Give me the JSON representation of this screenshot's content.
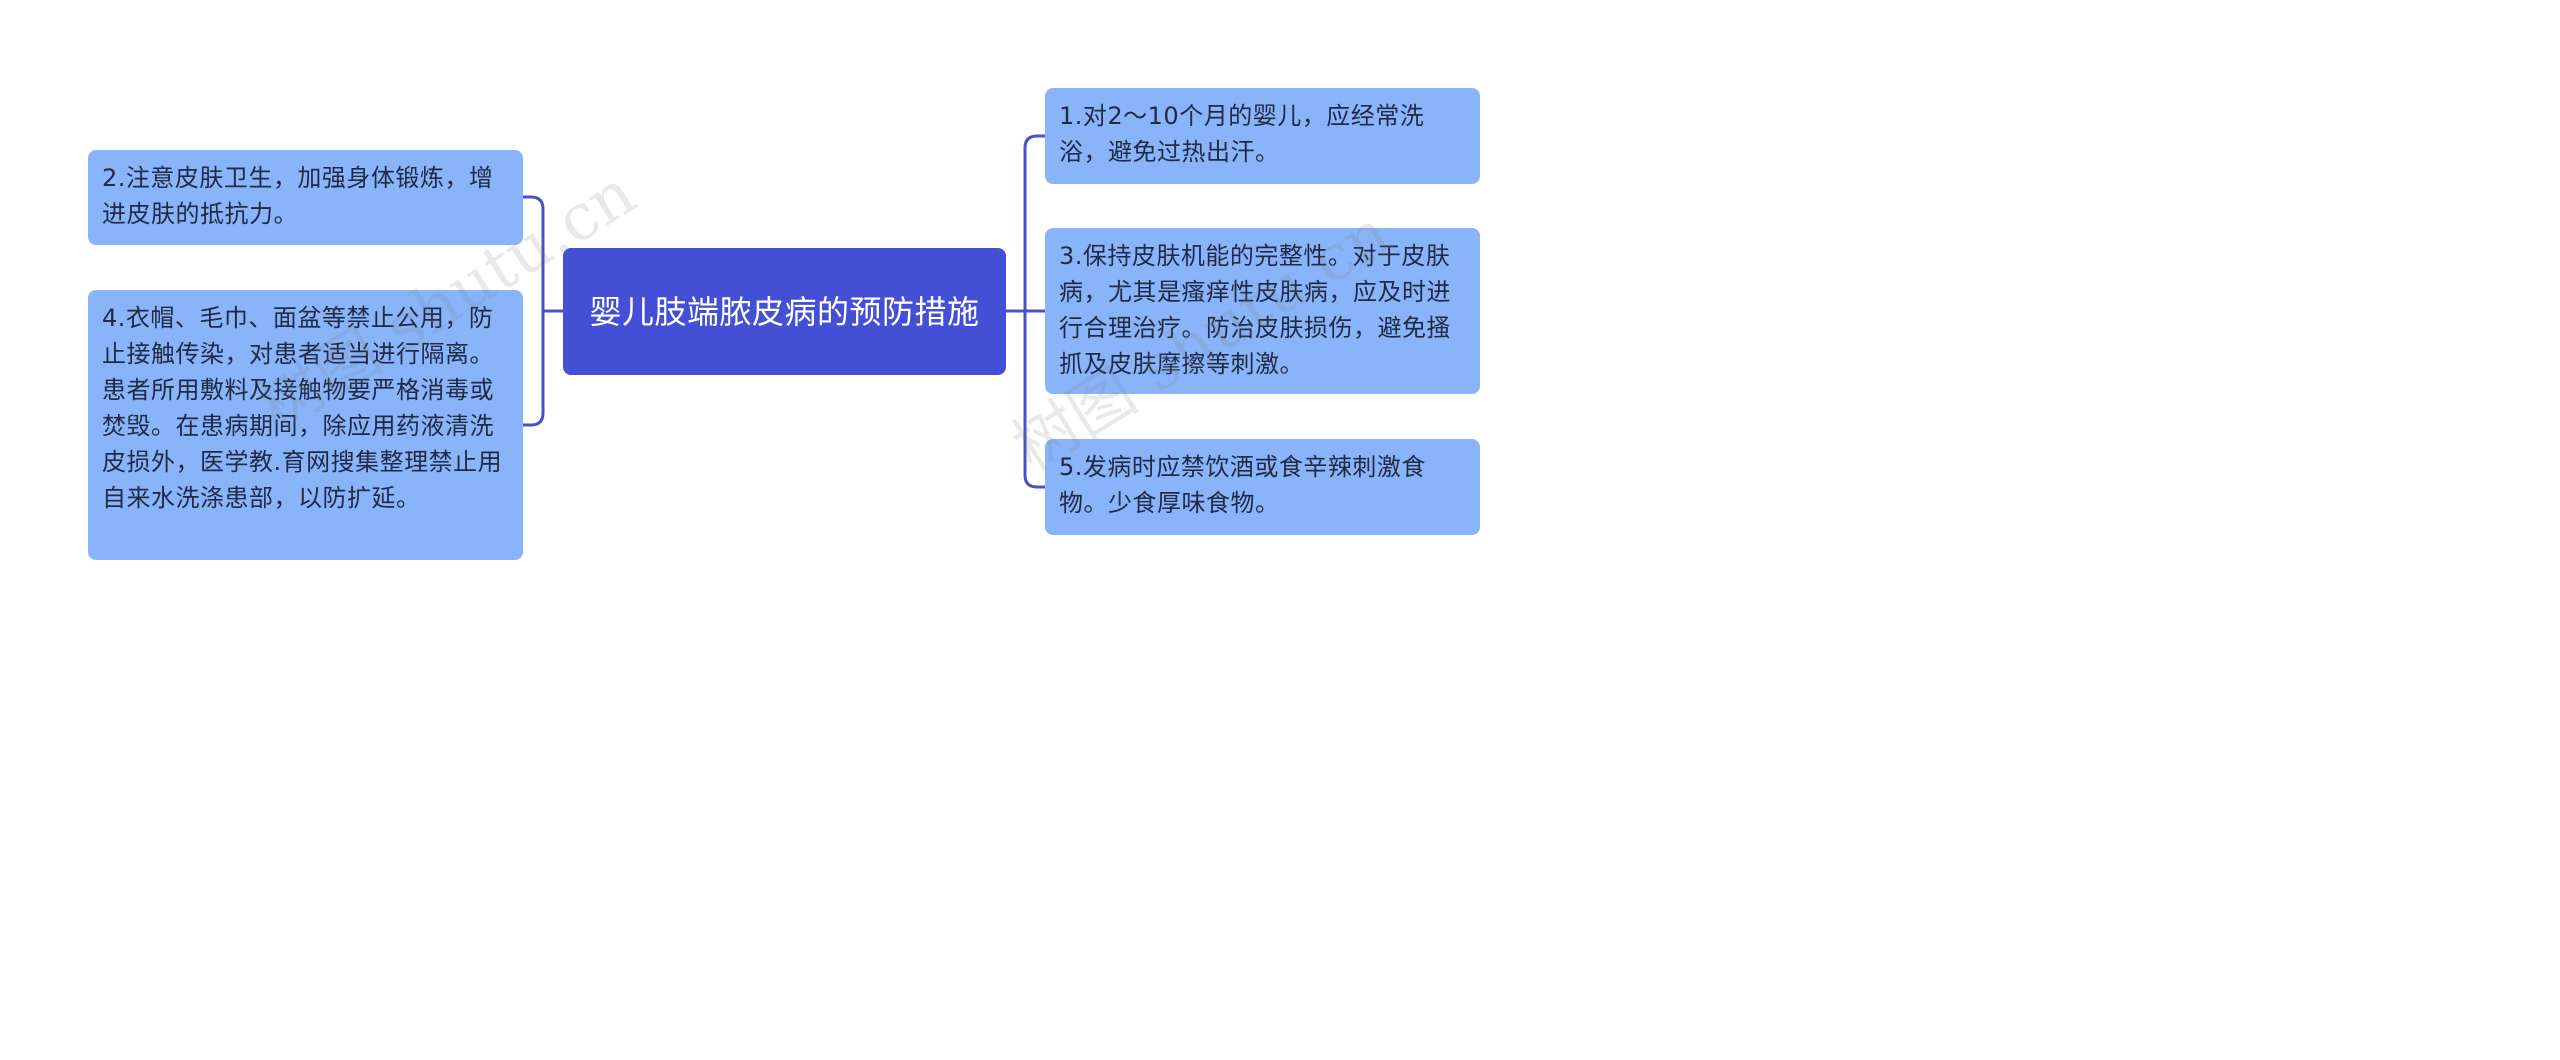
{
  "central": {
    "text": "婴儿肢端脓皮病的预防措施"
  },
  "branches": {
    "right": [
      {
        "text": "1.对2～10个月的婴儿，应经常洗浴，避免过热出汗。"
      },
      {
        "text": "3.保持皮肤机能的完整性。对于皮肤病，尤其是瘙痒性皮肤病，应及时进行合理治疗。防治皮肤损伤，避免搔抓及皮肤摩擦等刺激。"
      },
      {
        "text": "5.发病时应禁饮酒或食辛辣刺激食物。少食厚味食物。"
      }
    ],
    "left": [
      {
        "text": "2.注意皮肤卫生，加强身体锻炼，增进皮肤的抵抗力。"
      },
      {
        "text": "4.衣帽、毛巾、面盆等禁止公用，防止接触传染，对患者适当进行隔离。患者所用敷料及接触物要严格消毒或焚毁。在患病期间，除应用药液清洗皮损外，医学教.育网搜集整理禁止用自来水洗涤患部，以防扩延。"
      }
    ]
  },
  "watermarks": [
    "树图 shutu.cn",
    "树图 shutu.cn"
  ],
  "colors": {
    "central_bg": "#4350d6",
    "leaf_bg": "#8ab4fa",
    "connector": "#4a50c8"
  }
}
